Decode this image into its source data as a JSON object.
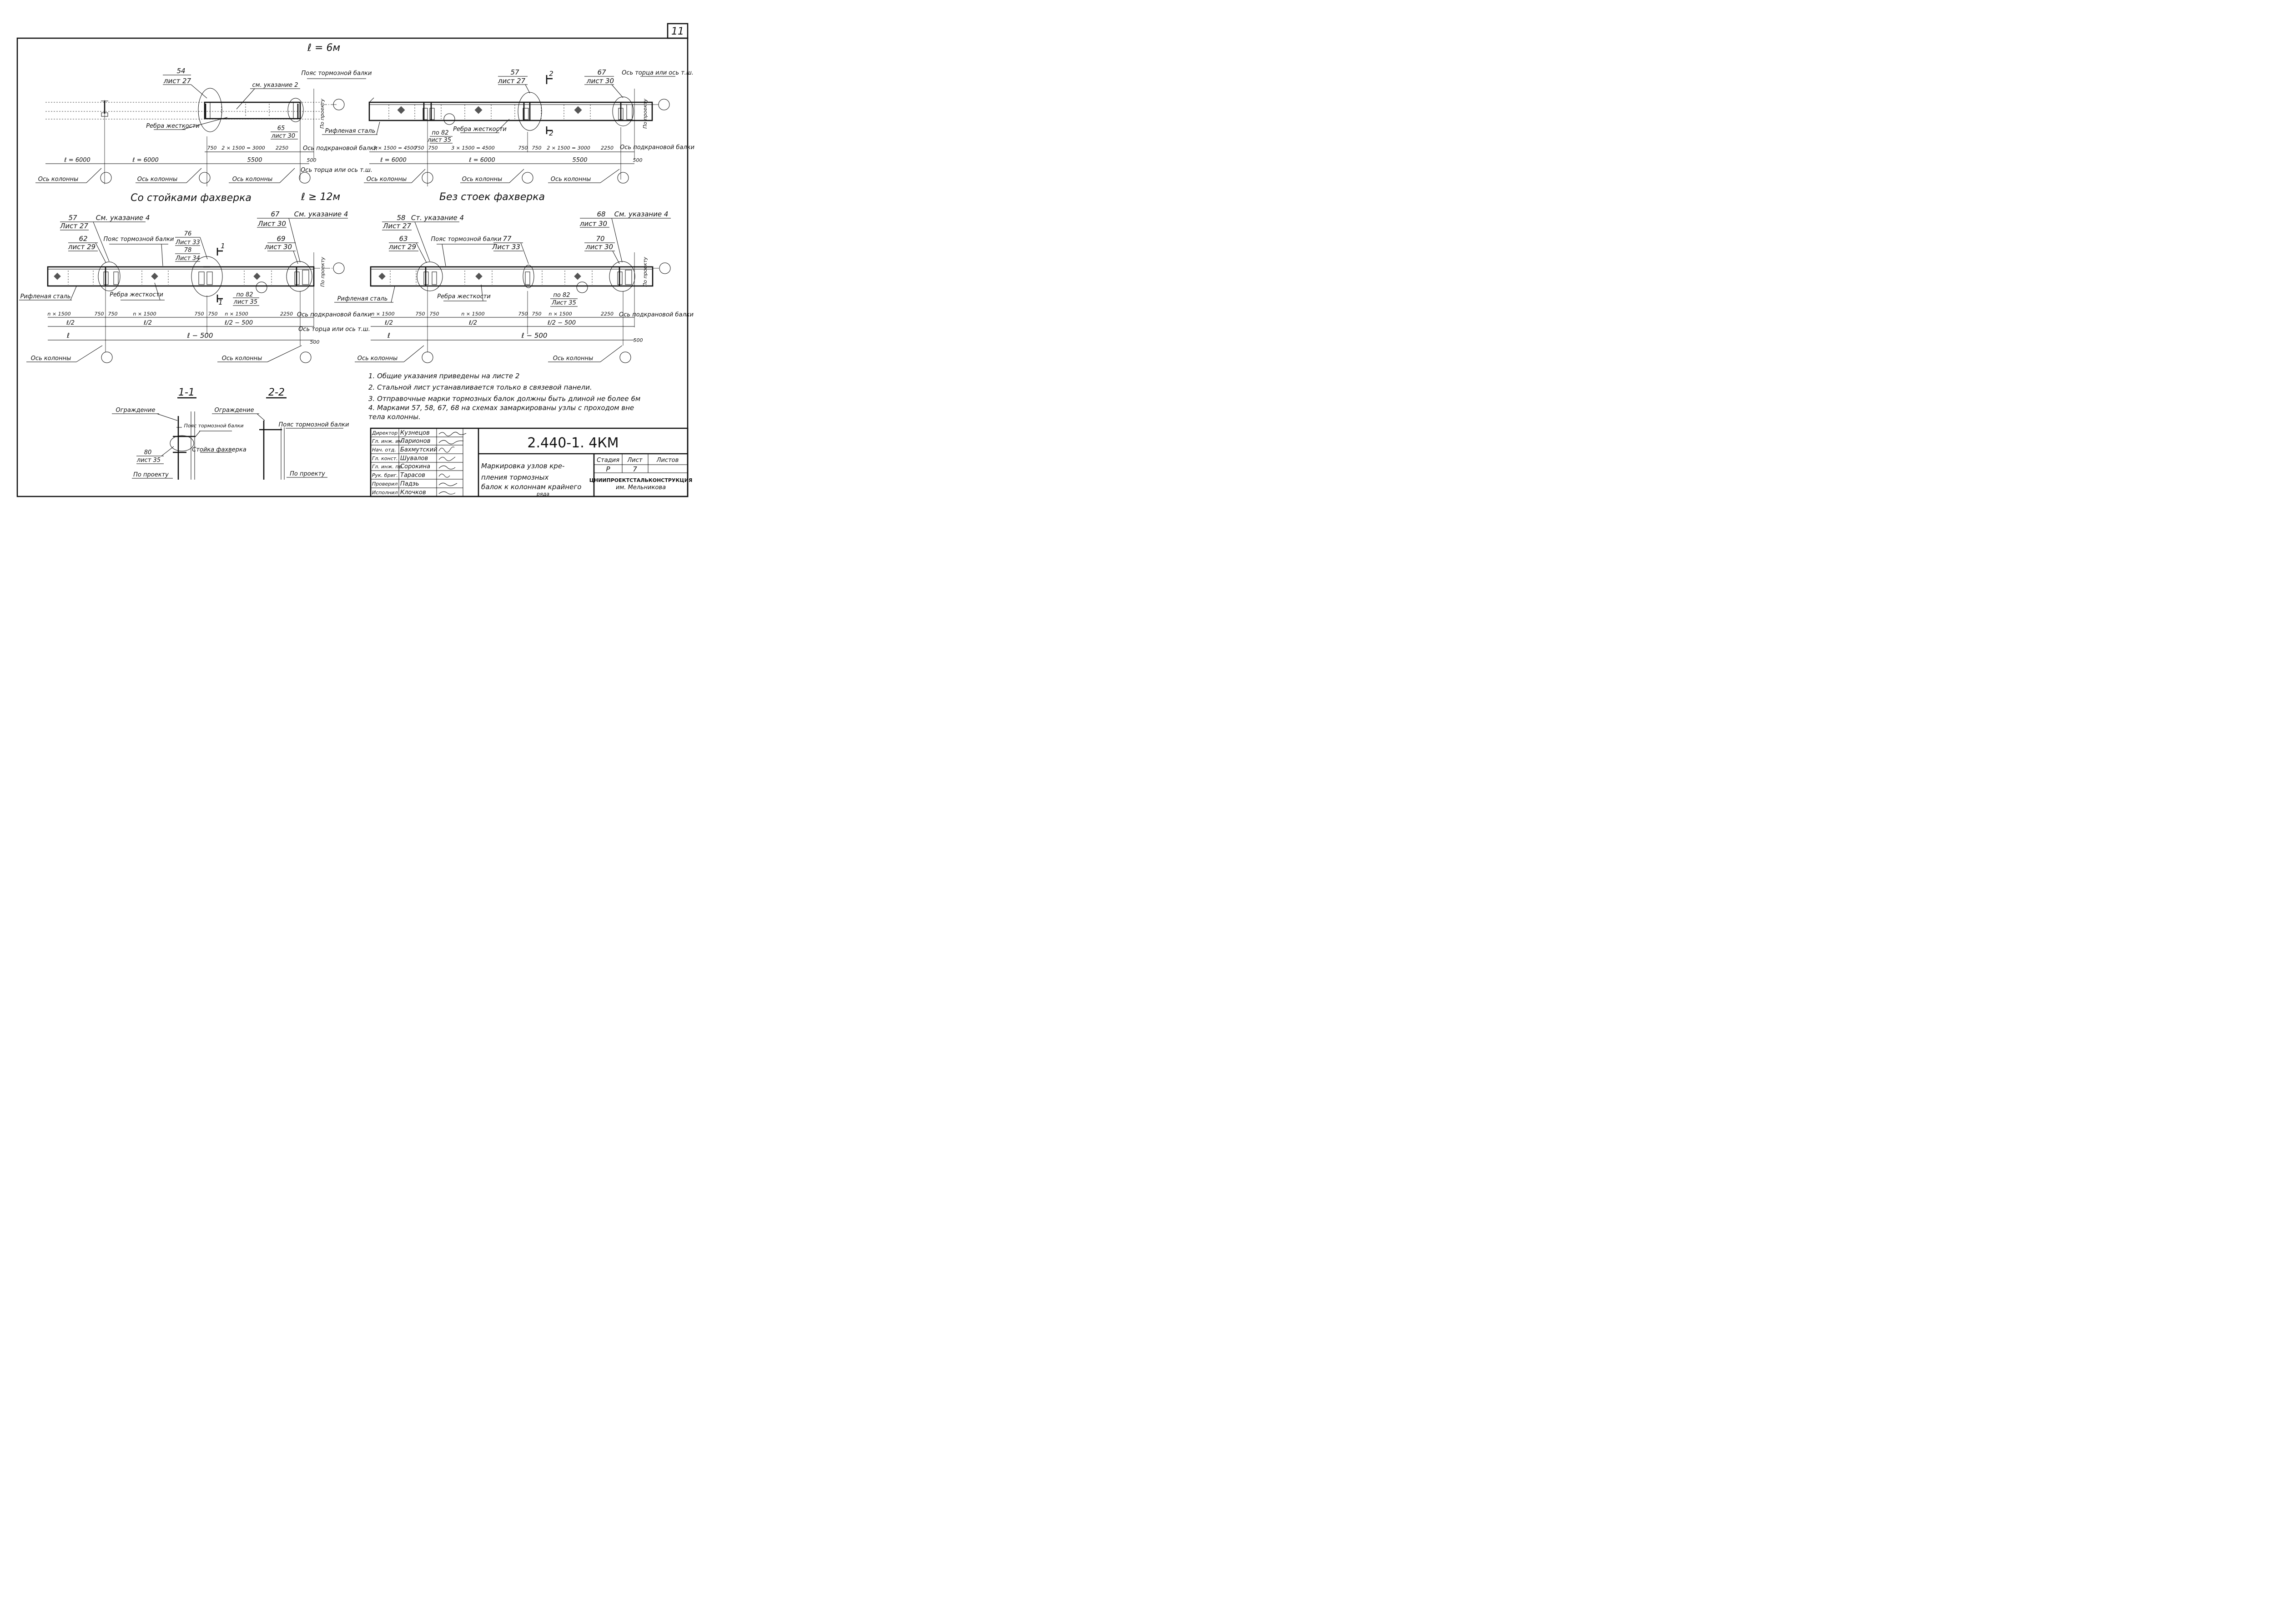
{
  "sheet_number": "11",
  "top_title": "ℓ = 6м",
  "mid_title_span": "ℓ ≥ 12м",
  "sections": {
    "left": "Со стойками фахверка",
    "right": "Без стоек фахверка"
  },
  "top_left": {
    "mark1": "54",
    "sheet1": "лист 27",
    "note": "см. указание 2",
    "ribs": "Ребра жесткости",
    "mark2": "65",
    "sheet2": "лист 30",
    "design": "По проекту",
    "chord": "Пояс тормозной балки",
    "dims": [
      "750",
      "2 × 1500 = 3000",
      "2250"
    ],
    "l1": "ℓ = 6000",
    "l2": "ℓ = 6000",
    "l3": "5500",
    "l4": "500",
    "crane_axis": "Ось подкрановой балки",
    "end_axis": "Ось торца или ось т.ш.",
    "col_axis": "Ось колонны"
  },
  "top_right": {
    "mark1": "57",
    "sheet1": "лист 27",
    "cut": "2",
    "mark2": "67",
    "sheet2": "лист 30",
    "end_axis": "Ось торца или ось т.ш.",
    "design": "По проекту",
    "plate": "Рифленая сталь",
    "mark3": "по 82",
    "sheet3": "лист 35",
    "ribs": "Ребра жесткости",
    "dims": [
      "3 × 1500 = 4500",
      "750",
      "750",
      "3 × 1500 = 4500",
      "750",
      "750",
      "2 × 1500 = 3000",
      "2250"
    ],
    "l1": "ℓ = 6000",
    "l2": "ℓ = 6000",
    "l3": "5500",
    "l4": "500",
    "crane_axis": "Ось подкрановой балки",
    "col_axis": "Ось колонны"
  },
  "bot_left": {
    "mark1": "57",
    "sheet1": "Лист 27",
    "note1": "См. указание 4",
    "mark2": "62",
    "sheet2": "лист 29",
    "chord": "Пояс тормозной балки",
    "mark3": "76",
    "sheet3": "Лист 33",
    "mark4": "78",
    "sheet4": "Лист 34",
    "cut": "1",
    "mark5": "67",
    "sheet5": "Лист 30",
    "note5": "См. указание 4",
    "mark6": "69",
    "sheet6": "лист 30",
    "design": "По проекту",
    "plate": "Рифленая сталь",
    "ribs": "Ребра жесткости",
    "mark7": "по 82",
    "sheet7": "лист 35",
    "dims": [
      "n × 1500",
      "750",
      "750",
      "n × 1500",
      "750",
      "750",
      "n × 1500",
      "2250"
    ],
    "frac": [
      "ℓ/2",
      "ℓ/2",
      "ℓ/2 − 500"
    ],
    "l1": "ℓ",
    "l2": "ℓ − 500",
    "l4": "500",
    "crane_axis": "Ось подкрановой балки",
    "end_axis": "Ось торца или ось т.ш.",
    "col_axis": "Ось колонны"
  },
  "bot_right": {
    "mark1": "58",
    "sheet1": "Лист 27",
    "note1": "Ст. указание 4",
    "mark2": "63",
    "sheet2": "лист 29",
    "chord": "Пояс тормозной балки",
    "mark3": "77",
    "sheet3": "Лист 33",
    "mark5": "68",
    "sheet5": "лист 30",
    "note5": "См. указание 4",
    "mark6": "70",
    "sheet6": "лист 30",
    "design": "По проекту",
    "plate": "Рифленая сталь",
    "ribs": "Ребра жесткости",
    "mark7": "по 82",
    "sheet7": "Лист 35",
    "dims": [
      "n × 1500",
      "750",
      "750",
      "n × 1500",
      "750",
      "750",
      "n × 1500",
      "2250"
    ],
    "frac": [
      "ℓ/2",
      "ℓ/2",
      "ℓ/2 − 500"
    ],
    "l1": "ℓ",
    "l2": "ℓ − 500",
    "l4": "500",
    "crane_axis": "Ось подкрановой балки",
    "col_axis": "Ось колонны"
  },
  "section11": {
    "title": "1-1",
    "fence": "Ограждение",
    "chord": "Пояс тормозной балки",
    "post": "Стойка фахверка",
    "mark": "80",
    "sheet": "лист 35",
    "design": "По проекту"
  },
  "section22": {
    "title": "2-2",
    "fence": "Ограждение",
    "chord": "Пояс тормозной балки",
    "design": "По проекту"
  },
  "notes": [
    "1. Общие указания приведены на листе 2",
    "2. Стальной лист устанавливается только в связевой панели.",
    "3. Отправочные марки тормозных балок должны быть длиной не более 6м",
    "4. Марками 57, 58, 67, 68 на схемах замаркированы узлы с проходом вне",
    "тела колонны."
  ],
  "title_block": {
    "code": "2.440-1. 4КМ",
    "signatures": [
      {
        "role": "Директор",
        "name": "Кузнецов"
      },
      {
        "role": "Гл. инж. ин.",
        "name": "Ларионов"
      },
      {
        "role": "Нач. отд.",
        "name": "Бахмутский"
      },
      {
        "role": "Гл. конст.",
        "name": "Шувалов"
      },
      {
        "role": "Гл. инж. пр.",
        "name": "Сорокина"
      },
      {
        "role": "Рук. бриг.",
        "name": "Тарасов"
      },
      {
        "role": "Проверил",
        "name": "Падэь"
      },
      {
        "role": "Исполнил",
        "name": "Клочков"
      }
    ],
    "title_lines": [
      "Маркировка узлов кре-",
      "пления тормозных",
      "балок к колоннам крайнего",
      "ряда"
    ],
    "stage_h": "Стадия",
    "sheet_h": "Лист",
    "sheets_h": "Листов",
    "stage": "Р",
    "sheet": "7",
    "sheets": "",
    "org1": "ЦНИИПРОЕКТСТАЛЬКОНСТРУКЦИЯ",
    "org2": "им. Мельникова"
  }
}
